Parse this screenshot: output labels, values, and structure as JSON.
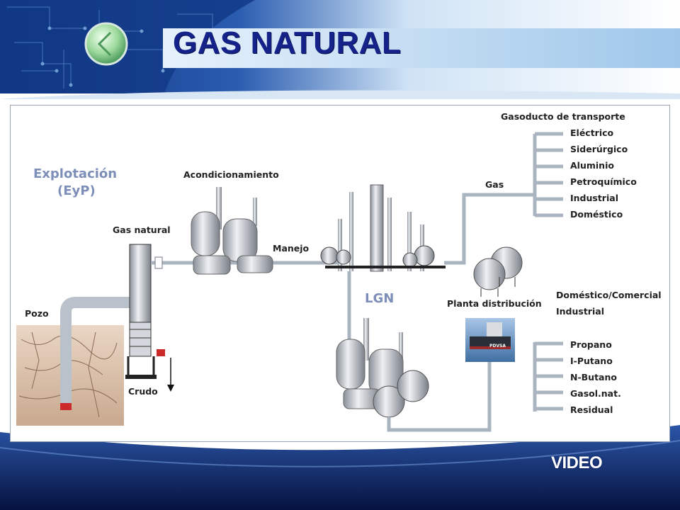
{
  "slide": {
    "title": "GAS NATURAL",
    "video_label": "VIDEO"
  },
  "diagram": {
    "explotacion": "Explotación",
    "eyp": "(EyP)",
    "acondicionamiento": "Acondicionamiento",
    "gas_natural": "Gas natural",
    "manejo": "Manejo",
    "pozo": "Pozo",
    "crudo": "Crudo",
    "lgn": "LGN",
    "gas": "Gas",
    "gasoducto": "Gasoducto de transporte",
    "gas_uses": [
      "Eléctrico",
      "Siderúrgico",
      "Aluminio",
      "Petroquímico",
      "Industrial",
      "Doméstico"
    ],
    "planta_distribucion": "Planta distribución",
    "domestico_comercial": "Doméstico/Comercial",
    "industrial": "Industrial",
    "lgn_products": [
      "Propano",
      "I-Putano",
      "N-Butano",
      "Gasol.nat.",
      "Residual"
    ],
    "ship_brand": "PDVSA"
  },
  "colors": {
    "title": "#14228a",
    "header_blue": "#1b3f8f",
    "footer_blue": "#0b1d62",
    "pipe": "#aab4c0",
    "label_blue": "#7d8fb8"
  }
}
